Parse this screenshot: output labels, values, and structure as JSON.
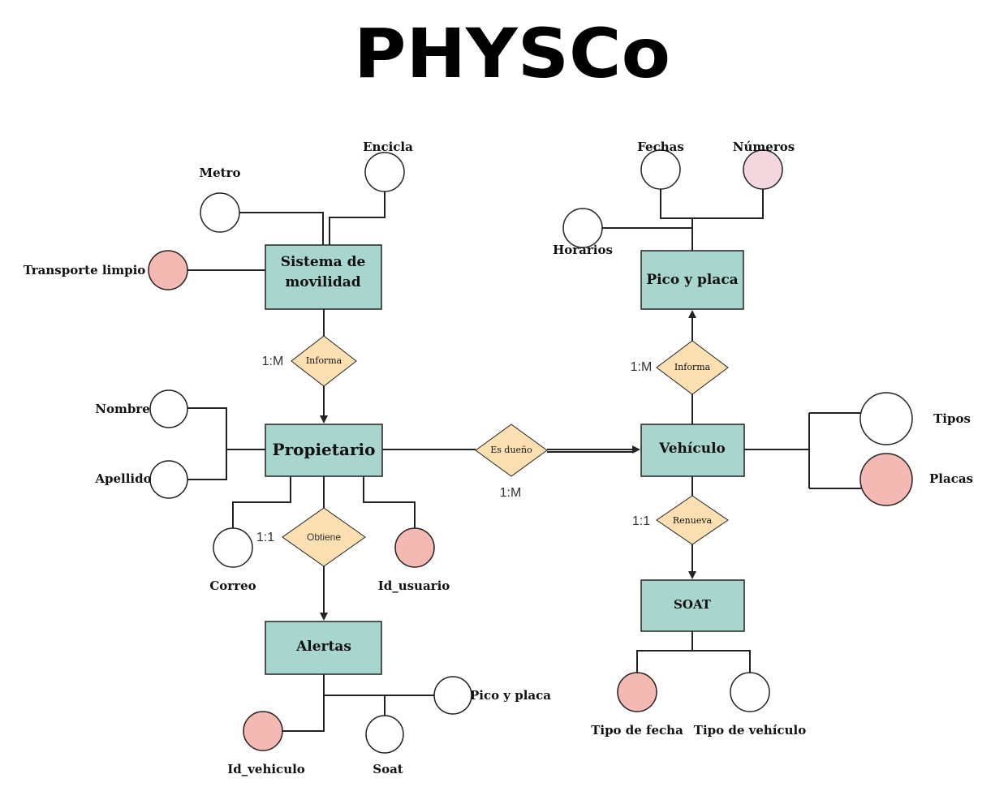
{
  "title": "PHYSCo",
  "colors": {
    "entity_fill": "#a8d5cd",
    "relation_fill": "#fde0b2",
    "key_attr_fill": "#f4b9b2",
    "numeros_fill": "#f4d6df",
    "line": "#222222"
  },
  "entities": {
    "sistema": "Sistema de movilidad",
    "sistema_line1": "Sistema de",
    "sistema_line2": "movilidad",
    "propietario": "Propietario",
    "alertas": "Alertas",
    "pico_placa": "Pico y placa",
    "vehiculo": "Vehículo",
    "soat": "SOAT"
  },
  "relationships": {
    "informa_left": "Informa",
    "es_dueno": "Es dueño",
    "obtiene": "Obtiene",
    "informa_right": "Informa",
    "renueva": "Renueva"
  },
  "cardinalities": {
    "informa_left": "1:M",
    "obtiene": "1:1",
    "es_dueno": "1:M",
    "informa_right": "1:M",
    "renueva": "1:1"
  },
  "attributes": {
    "metro": "Metro",
    "encicla": "Encicla",
    "transporte_limpio": "Transporte limpio",
    "nombre": "Nombre",
    "apellido": "Apellido",
    "correo": "Correo",
    "id_usuario": "Id_usuario",
    "id_vehiculo": "Id_vehiculo",
    "soat_attr": "Soat",
    "pico_placa_attr": "Pico y placa",
    "fechas": "Fechas",
    "numeros": "Números",
    "horarios": "Horarios",
    "tipos": "Tipos",
    "placas": "Placas",
    "tipo_fecha": "Tipo de fecha",
    "tipo_vehiculo": "Tipo de vehículo"
  }
}
